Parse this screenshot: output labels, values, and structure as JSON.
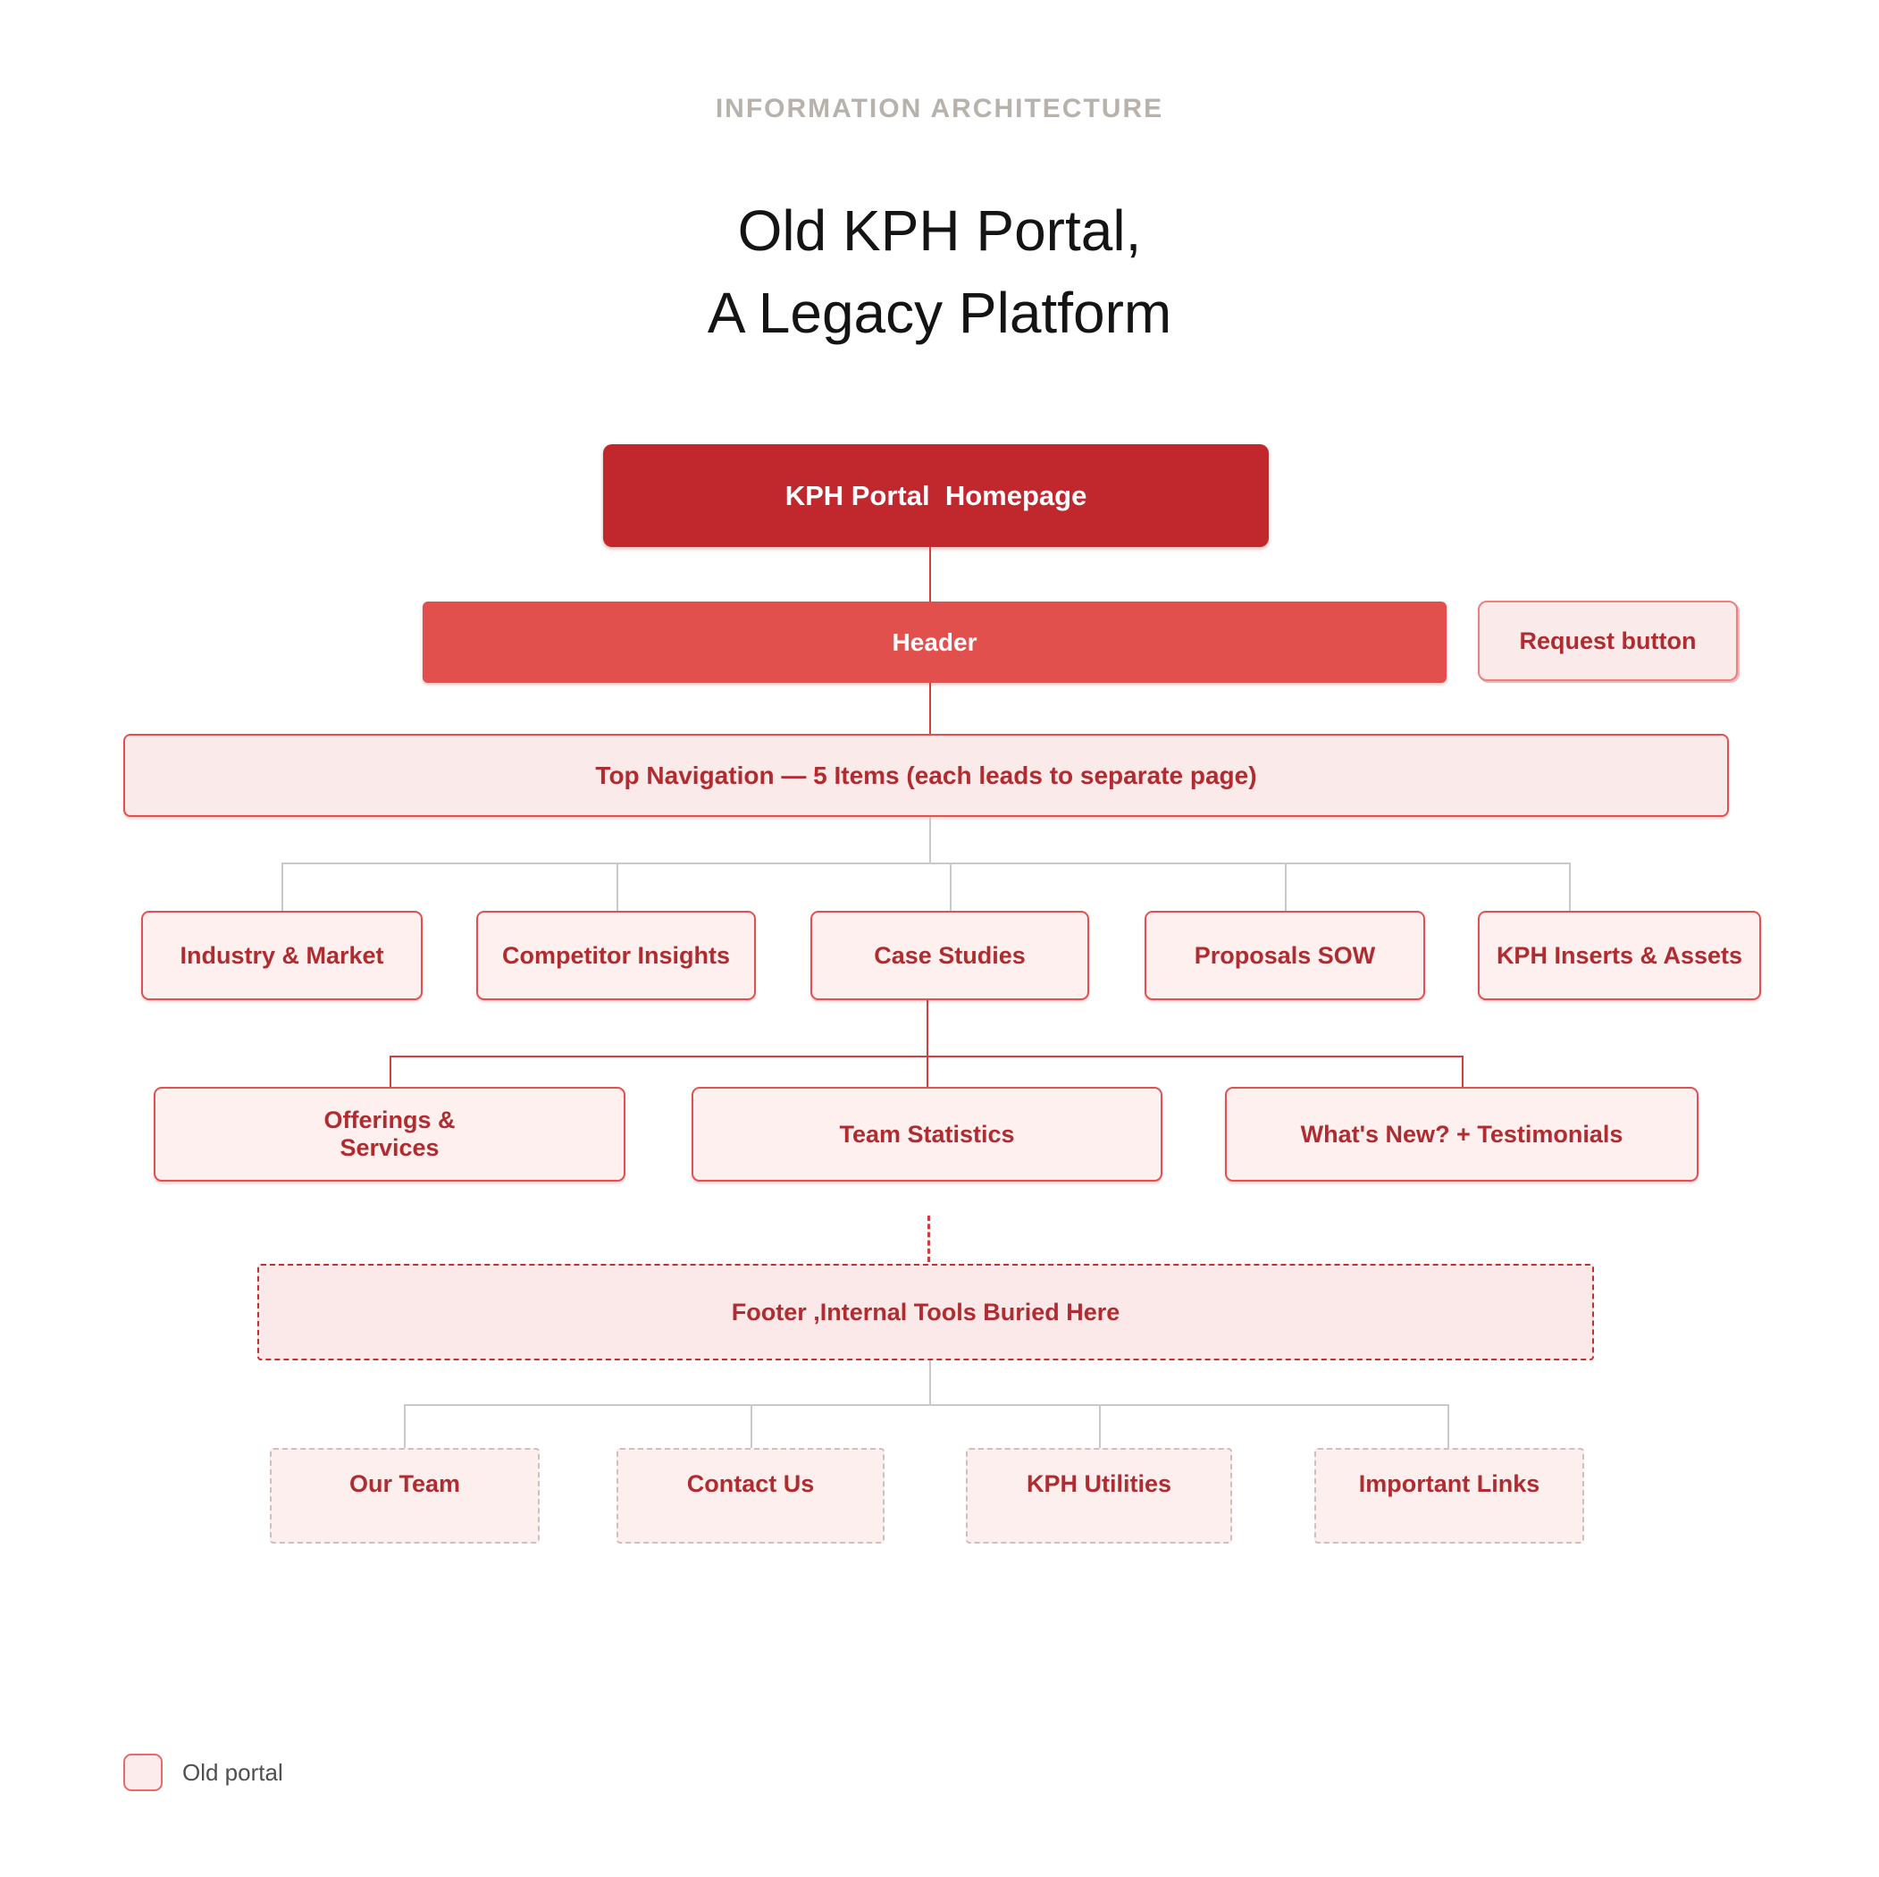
{
  "page": {
    "eyebrow": "INFORMATION ARCHITECTURE",
    "title_line1": "Old KPH Portal,",
    "title_line2": "A Legacy Platform",
    "legend_label": "Old portal"
  },
  "colors": {
    "root_fill": "#c1282d",
    "header_fill": "#e2504e",
    "bar_fill": "#fbeaea",
    "node_fill": "#fdf0ee",
    "node_border": "#e15151",
    "label_red": "#b02c30",
    "connector_gray": "#c9c9c9",
    "connector_red": "#d04040",
    "eyebrow_gray": "#b7b2ac"
  },
  "diagram": {
    "root": "KPH Portal  Homepage",
    "header": "Header",
    "request_button": "Request button",
    "top_navigation": "Top Navigation — 5 Items (each leads to separate page)",
    "nav_items": [
      {
        "label": "Industry & Market"
      },
      {
        "label": "Competitor Insights"
      },
      {
        "label": "Case Studies"
      },
      {
        "label": "Proposals SOW"
      },
      {
        "label": "KPH Inserts & Assets"
      }
    ],
    "case_studies_children": [
      {
        "label": "Offerings & Services"
      },
      {
        "label": "Team Statistics"
      },
      {
        "label": "What's New? + Testimonials"
      }
    ],
    "footer": "Footer ,Internal Tools Buried Here",
    "footer_children": [
      {
        "label": "Our Team"
      },
      {
        "label": "Contact Us"
      },
      {
        "label": "KPH Utilities"
      },
      {
        "label": "Important Links"
      }
    ]
  }
}
